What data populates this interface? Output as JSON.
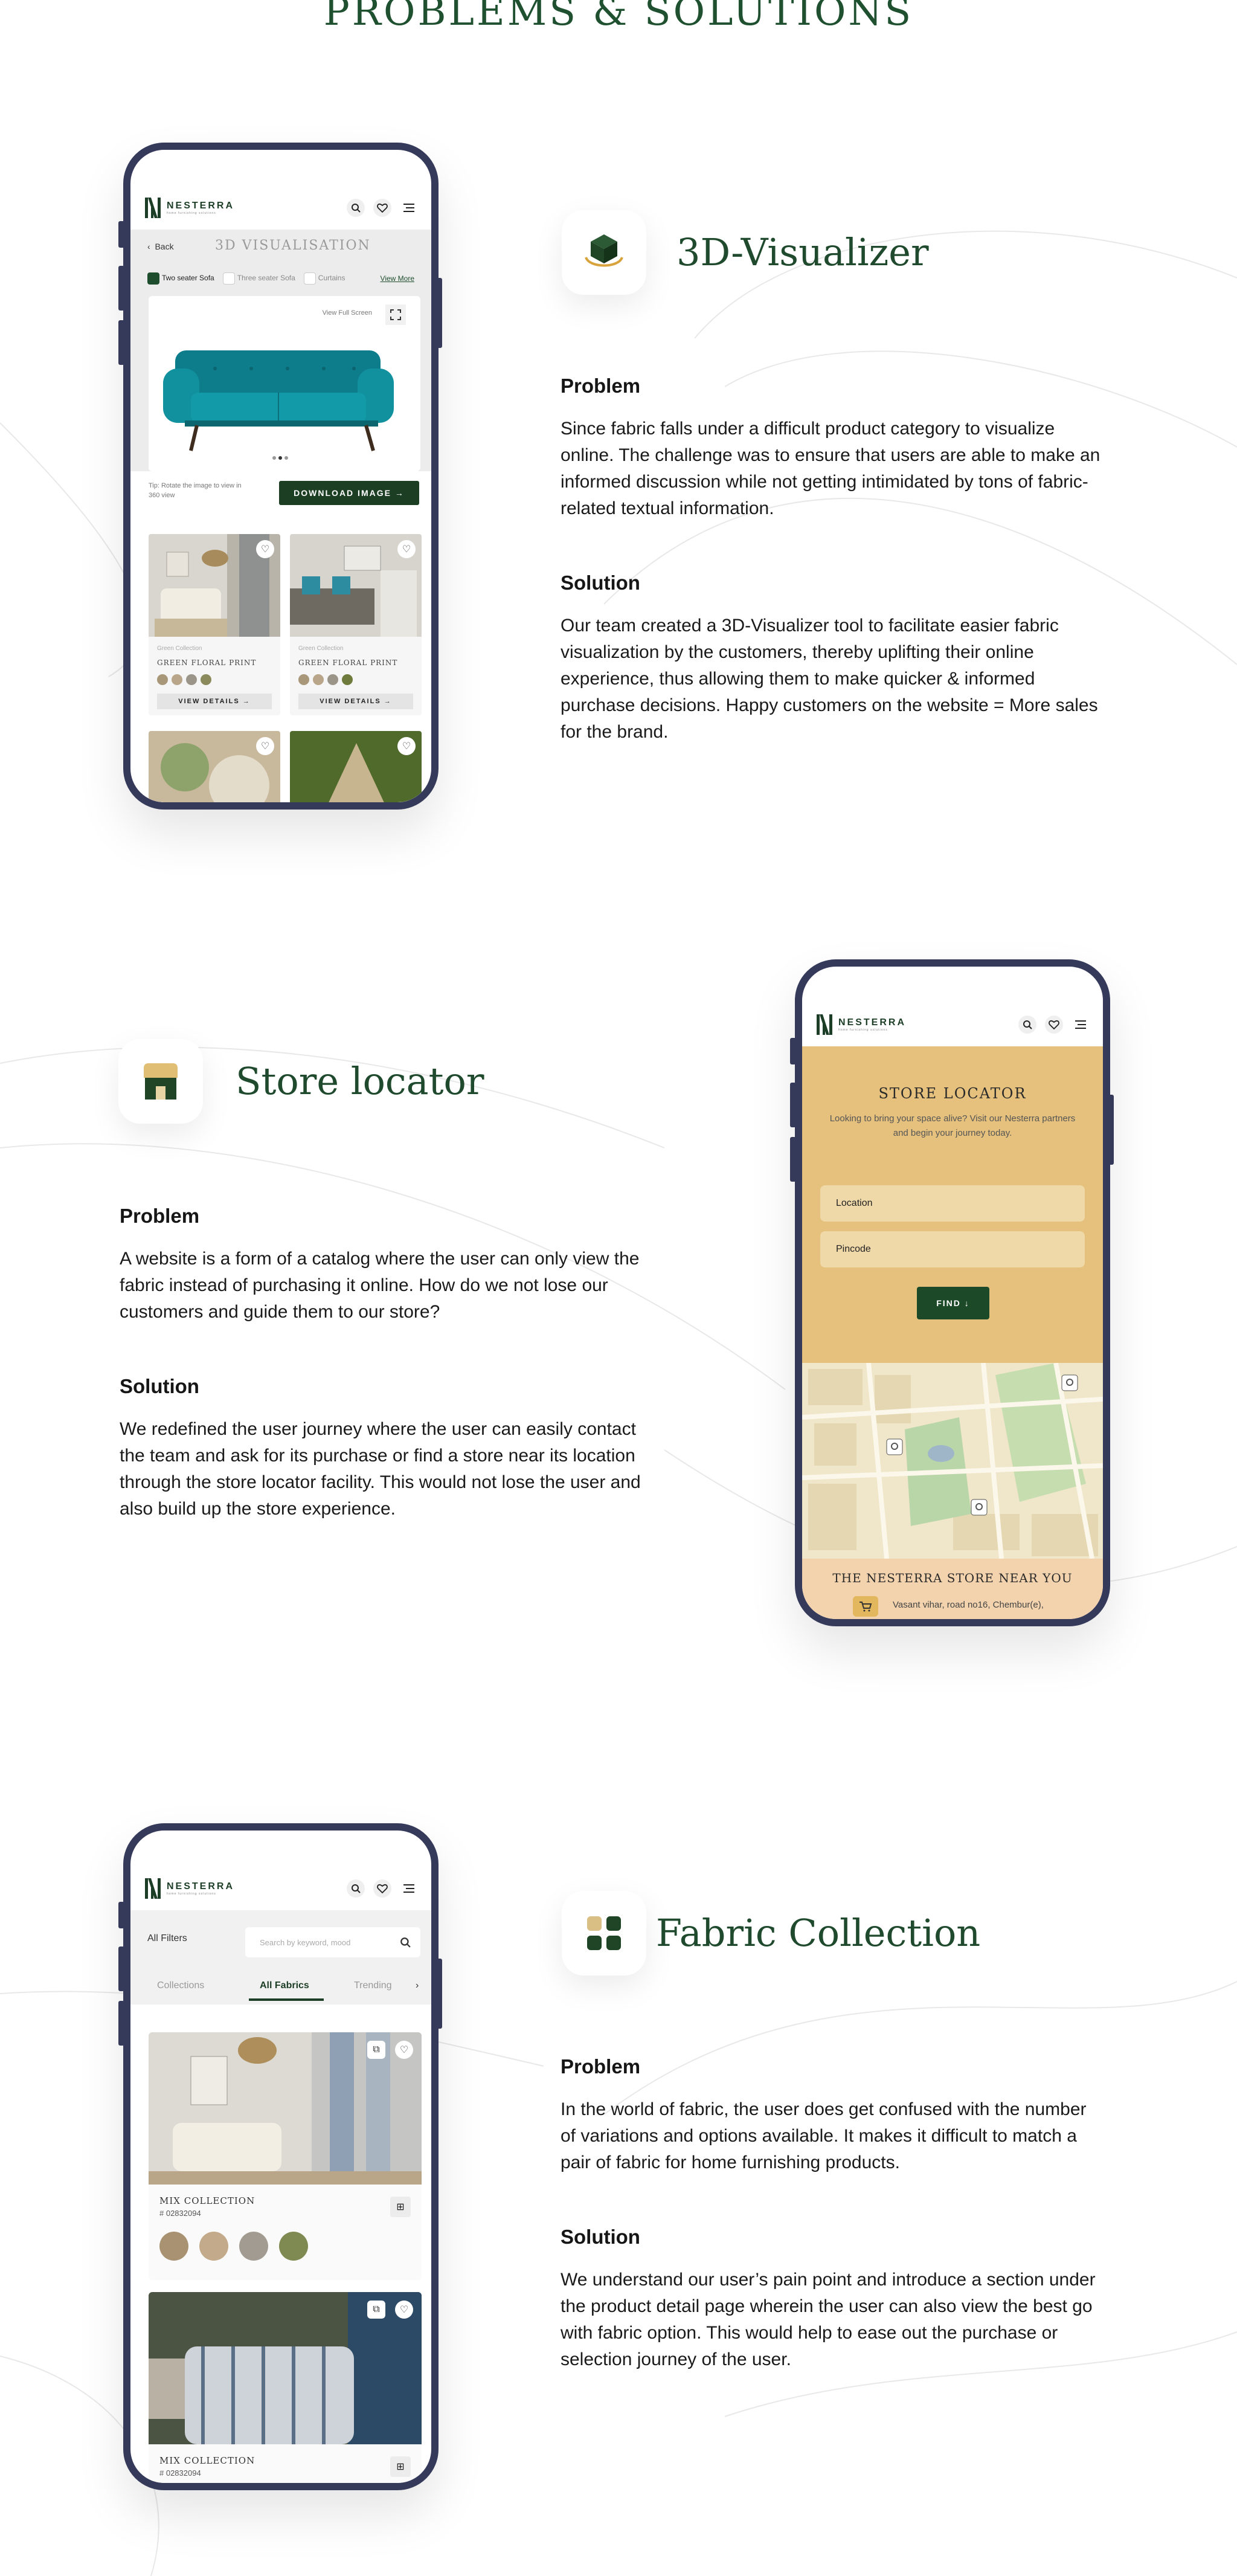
{
  "page": {
    "heading": "PROBLEMS & SOLUTIONS"
  },
  "brand": {
    "name": "NESTERRA",
    "tagline": "home furnishing solutions"
  },
  "sections": {
    "visualizer": {
      "title": "3D-Visualizer",
      "problem_label": "Problem",
      "problem_text": "Since fabric falls under a difficult product category to visualize online. The challenge was to ensure that users are able to make an informed discussion while not getting intimidated by tons of fabric-related textual information.",
      "solution_label": "Solution",
      "solution_text": "Our team created a 3D-Visualizer tool to facilitate easier fabric visualization by the customers, thereby uplifting their online experience, thus allowing them to make quicker & informed purchase decisions. Happy customers on the website = More sales for the brand."
    },
    "locator": {
      "title": "Store locator",
      "problem_label": "Problem",
      "problem_text": "A website is a form of a catalog where the user can only view the fabric instead of purchasing it online. How do we not lose our customers and guide them to our store?",
      "solution_label": "Solution",
      "solution_text": "We redefined the user journey where the user can easily contact the team and ask for its purchase or find a store near its location through the store locator facility. This would not lose the user and also build up the store experience."
    },
    "collection": {
      "title": "Fabric Collection",
      "problem_label": "Problem",
      "problem_text": "In the world of fabric, the user does get confused with the number of variations and options available. It makes it difficult to match a pair of fabric for home furnishing products.",
      "solution_label": "Solution",
      "solution_text": "We understand our user’s pain point and introduce a section under the product detail page wherein the user can also view the best go with fabric option. This would help to ease out the purchase or selection journey of the user."
    }
  },
  "phone1": {
    "back": "Back",
    "title": "3D VISUALISATION",
    "options": [
      "Two seater Sofa",
      "Three seater Sofa",
      "Curtains"
    ],
    "view_more": "View More",
    "view_full": "View Full Screen",
    "tip": "Tip: Rotate the image to view in 360 view",
    "download": "DOWNLOAD IMAGE →",
    "products": [
      {
        "sub": "Green Collection",
        "name": "GREEN FLORAL PRINT",
        "cta": "VIEW DETAILS →"
      },
      {
        "sub": "Green Collection",
        "name": "GREEN FLORAL PRINT",
        "cta": "VIEW DETAILS →"
      }
    ]
  },
  "phone2": {
    "title": "STORE LOCATOR",
    "desc": "Looking to bring your space alive? Visit our Nesterra partners and begin your journey today.",
    "location_placeholder": "Location",
    "pincode_placeholder": "Pincode",
    "find": "FIND ↓",
    "near_title": "THE NESTERRA STORE NEAR YOU",
    "near_address": "Vasant vihar, road no16, Chembur(e),"
  },
  "phone3": {
    "all_filters": "All Filters",
    "search_placeholder": "Search by keyword, mood",
    "tabs": [
      "Collections",
      "All Fabrics",
      "Trending"
    ],
    "cards": [
      {
        "name": "MIX COLLECTION",
        "code": "# 02832094"
      },
      {
        "name": "MIX COLLECTION",
        "code": "# 02832094"
      }
    ]
  },
  "colors": {
    "brand_green": "#1c3f24",
    "frame": "#363a5a",
    "sand": "#e5c17d",
    "teal_sofa": "#11818f"
  }
}
